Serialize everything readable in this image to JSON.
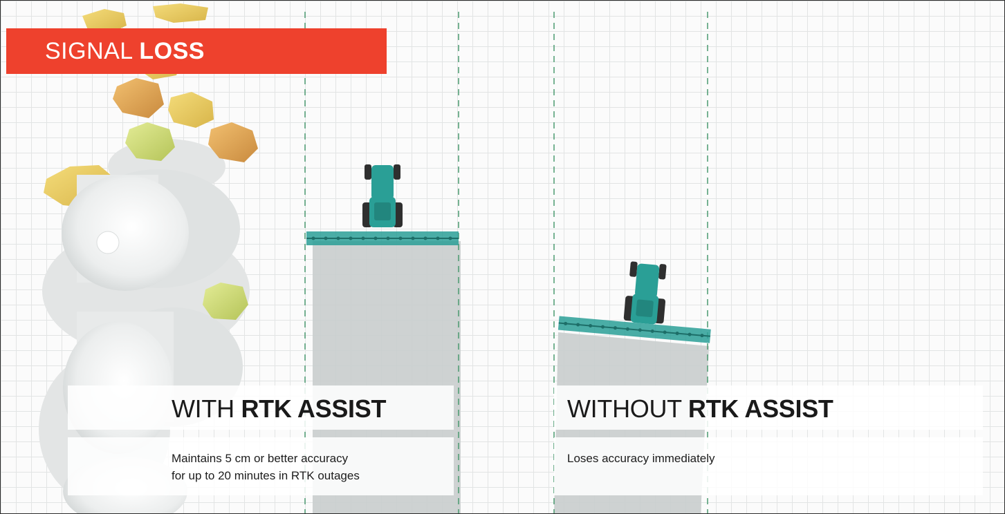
{
  "banner": {
    "title_regular": "SIGNAL ",
    "title_bold": "LOSS"
  },
  "with_rtk": {
    "heading_regular": "WITH ",
    "heading_bold": "RTK ASSIST",
    "line1": "Maintains 5 cm or better accuracy",
    "line2": "for up to 20 minutes in RTK outages"
  },
  "without_rtk": {
    "heading_regular": "WITHOUT ",
    "heading_bold": "RTK ASSIST",
    "line1": "Loses accuracy immediately"
  },
  "colors": {
    "accent": "#ee412d",
    "tractor": "#2a9f96",
    "guide_line": "#4a9a70",
    "coverage": "#c9cdcd"
  }
}
